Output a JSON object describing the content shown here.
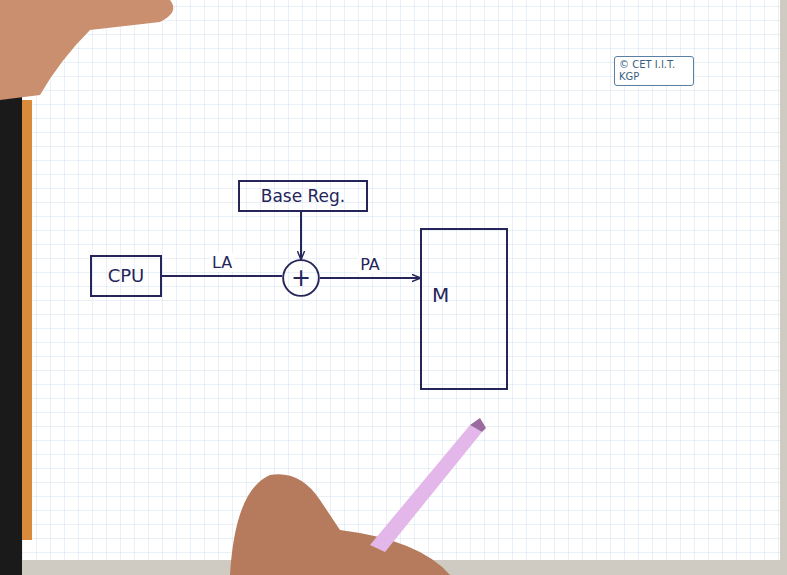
{
  "diagram": {
    "nodes": [
      {
        "text": [
          "Base Reg."
        ]
      },
      {
        "text": [
          "CPU"
        ]
      },
      {
        "text": [
          "+"
        ]
      },
      {
        "text": [
          "M"
        ]
      }
    ],
    "edges": [
      {
        "from": 1,
        "to": 2,
        "arrow": "none",
        "label": "LA"
      },
      {
        "from": 0,
        "to": 2,
        "arrow": "to"
      },
      {
        "from": 2,
        "to": 3,
        "arrow": "to",
        "label": "PA"
      }
    ],
    "labels": [
      "© CET I.I.T. KGP"
    ]
  }
}
